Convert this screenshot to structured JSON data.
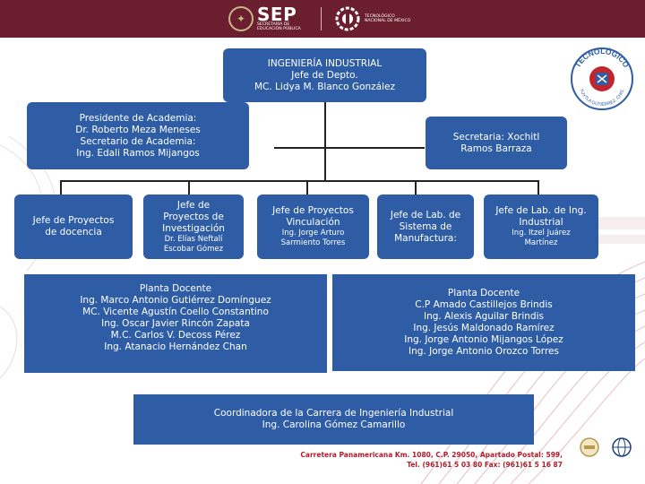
{
  "header": {
    "sep_logo": "SEP",
    "sep_sub": [
      "SECRETARÍA DE",
      "EDUCACIÓN PÚBLICA"
    ],
    "tec_sub": [
      "TECNOLÓGICO",
      "NACIONAL DE MÉXICO"
    ]
  },
  "badge": {
    "top_text": "TECNOLÓGICO",
    "bottom_text": "TUXTLA GUTIÉRREZ, CHIS."
  },
  "chart": {
    "head": [
      "INGENIERÍA INDUSTRIAL",
      "Jefe de Depto.",
      "MC. Lidya M. Blanco González"
    ],
    "academy": [
      "Presidente de Academia:",
      "Dr. Roberto Meza Meneses",
      "Secretario de Academia:",
      "Ing. Edali Ramos Mijangos"
    ],
    "secretary": [
      "Secretaria: Xochitl",
      "Ramos Barraza"
    ],
    "units": [
      {
        "title": [
          "Jefe de Proyectos",
          "de docencia"
        ],
        "names": []
      },
      {
        "title": [
          "Jefe de",
          "Proyectos de",
          "Investigación"
        ],
        "names": [
          "Dr. Elías Neftalí",
          "Escobar Gómez"
        ]
      },
      {
        "title": [
          "Jefe de Proyectos",
          "Vinculación"
        ],
        "names": [
          "Ing. Jorge Arturo",
          "Sarmiento Torres"
        ]
      },
      {
        "title": [
          "Jefe de Lab. de",
          "Sistema de",
          "Manufactura:"
        ],
        "names": []
      },
      {
        "title": [
          "Jefe de Lab. de Ing.",
          "Industrial"
        ],
        "names": [
          "Ing. Itzel  Juárez",
          "Martínez"
        ]
      }
    ],
    "faculty_left": [
      "Planta Docente",
      "Ing. Marco Antonio Gutiérrez Domínguez",
      "MC. Vicente Agustín Coello Constantino",
      "Ing. Oscar Javier Rincón Zapata",
      "M.C. Carlos V. Decoss Pérez",
      "Ing. Atanacio Hernández Chan"
    ],
    "faculty_right": [
      "Planta Docente",
      "C.P Amado Castillejos Brindis",
      "Ing. Alexis Aguilar Brindis",
      "Ing. Jesús Maldonado Ramírez",
      "Ing. Jorge Antonio Mijangos López",
      "Ing. Jorge Antonio Orozco Torres"
    ],
    "coordinator": [
      "Coordinadora de la Carrera de Ingeniería Industrial",
      "Ing. Carolina Gómez Camarillo"
    ]
  },
  "footer": {
    "address": "Carretera Panamericana Km. 1080, C.P. 29050, Apartado Postal: 599,",
    "phone": "Tel. (961)61 5 03 80 Fax: (961)61 5 16 87"
  },
  "colors": {
    "banner": "#6b1e2e",
    "box": "#2e5da6",
    "footer_text": "#b11b2a"
  }
}
